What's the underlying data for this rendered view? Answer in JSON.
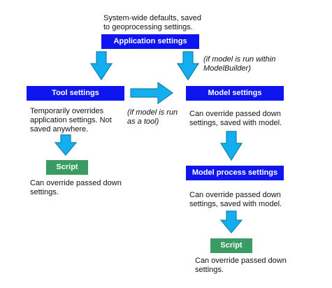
{
  "colors": {
    "node_blue": "#0f15ef",
    "node_green": "#3a9b63",
    "arrow_fill": "#12aef0",
    "arrow_stroke": "#1182ad",
    "text": "#111111"
  },
  "diagram": {
    "top_note": {
      "line1": "System-wide defaults, saved",
      "line2": "to geoprocessing settings."
    },
    "application_settings": {
      "label": "Application settings"
    },
    "tool_settings": {
      "label": "Tool settings",
      "note": {
        "line1": "Temporarily overrides",
        "line2": "application settings. Not",
        "line3": "saved anywhere."
      }
    },
    "model_settings": {
      "label": "Model settings",
      "note": {
        "line1": "Can override passed down",
        "line2": "settings, saved with model."
      },
      "conditional_note": {
        "line1": "(if model is run within",
        "line2": "ModelBuilder)"
      }
    },
    "tool_to_model_note": {
      "line1": "(if model is run",
      "line2": "as a tool)"
    },
    "model_process_settings": {
      "label": "Model process settings",
      "note": {
        "line1": "Can  override passed down",
        "line2": "settings, saved with model."
      }
    },
    "script_left": {
      "label": "Script",
      "note": {
        "line1": "Can override passed down",
        "line2": "settings."
      }
    },
    "script_right": {
      "label": "Script",
      "note": {
        "line1": "Can override passed down",
        "line2": "settings."
      }
    },
    "icons": {
      "arrow": "arrow-icon"
    }
  }
}
